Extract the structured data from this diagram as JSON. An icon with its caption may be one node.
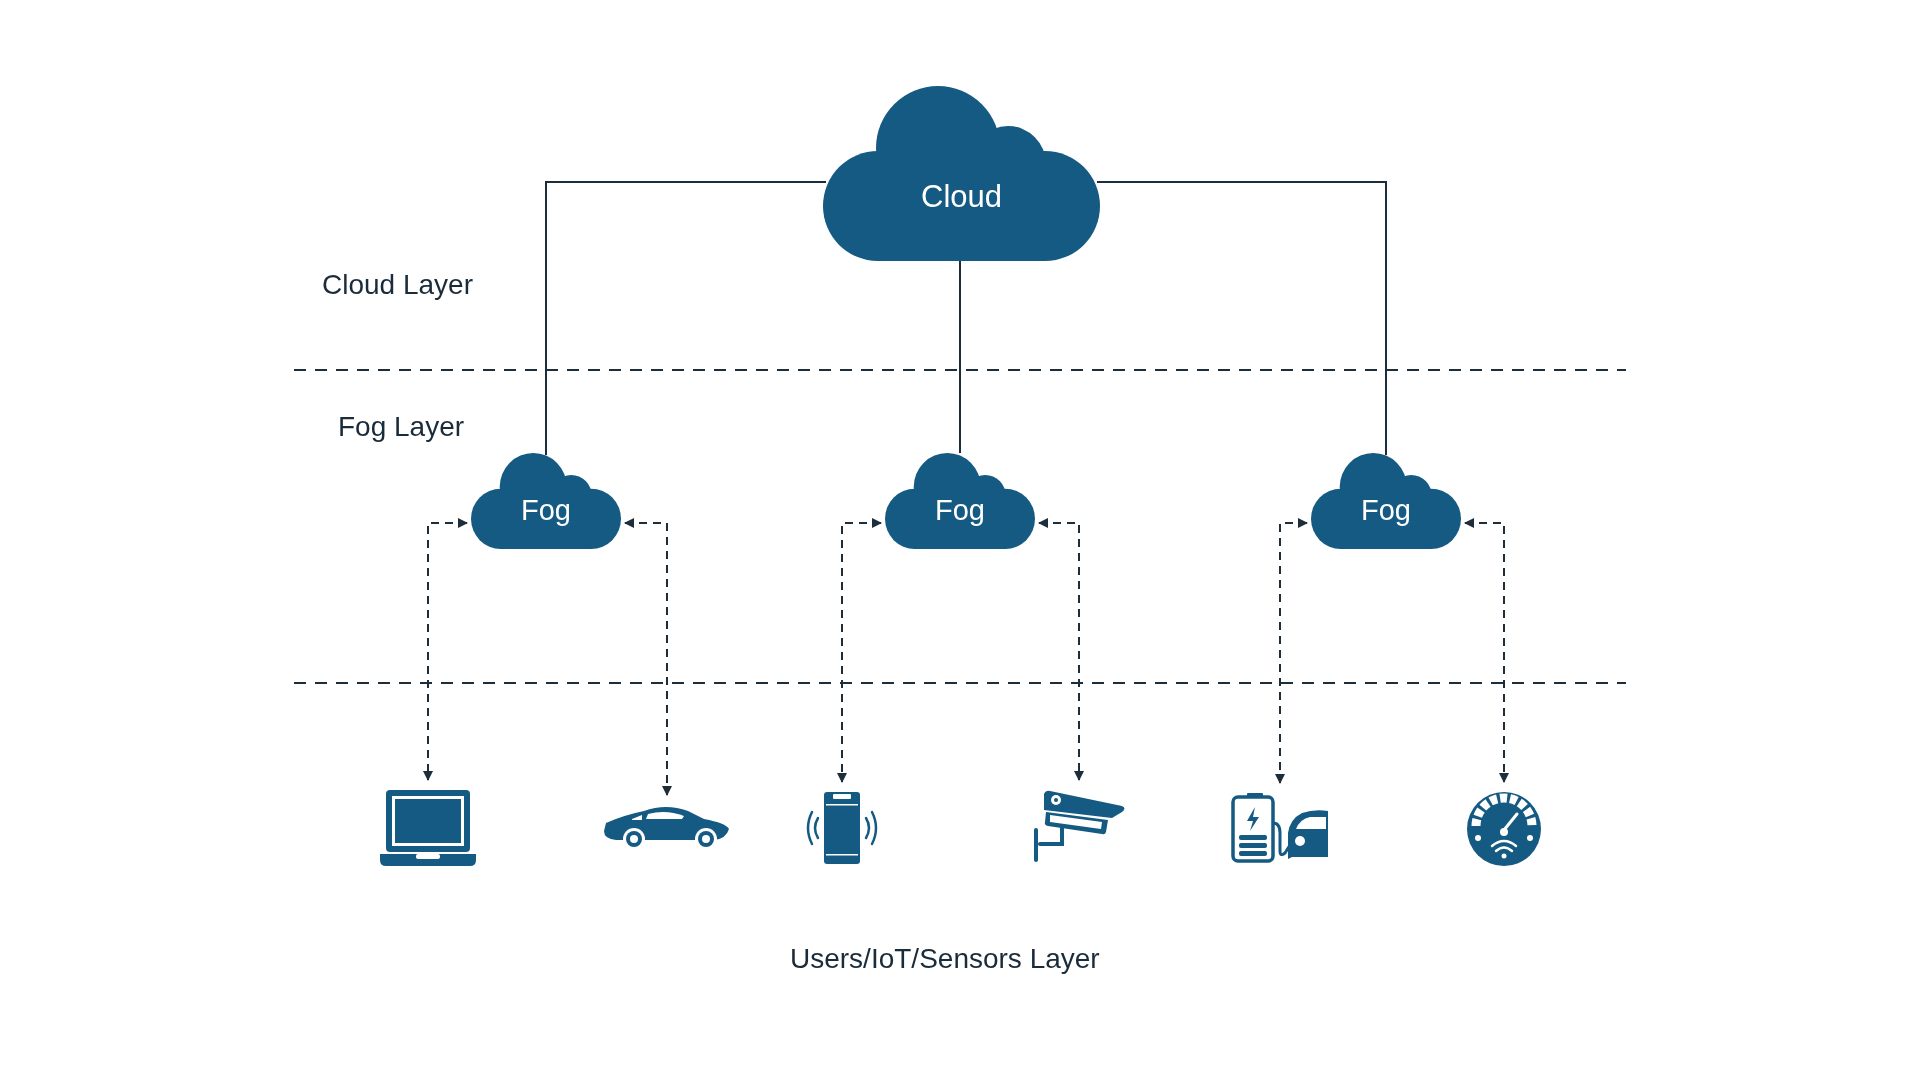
{
  "diagram": {
    "nodes": [
      {
        "text": [
          "Cloud"
        ]
      },
      {
        "text": [
          "Fog"
        ]
      },
      {
        "text": [
          "Fog"
        ]
      },
      {
        "text": [
          "Fog"
        ]
      },
      {
        "text": [],
        "shape": "laptop"
      },
      {
        "text": [],
        "shape": "car"
      },
      {
        "text": [],
        "shape": "phone"
      },
      {
        "text": [],
        "shape": "camera"
      },
      {
        "text": [],
        "shape": "charger"
      },
      {
        "text": [],
        "shape": "gauge"
      }
    ],
    "edges": [
      {
        "from": 0,
        "to": 1,
        "arrow": "none"
      },
      {
        "from": 0,
        "to": 2,
        "arrow": "none"
      },
      {
        "from": 0,
        "to": 3,
        "arrow": "none"
      },
      {
        "from": 1,
        "to": 4,
        "arrow": "both",
        "style": "dashed"
      },
      {
        "from": 1,
        "to": 5,
        "arrow": "both",
        "style": "dashed"
      },
      {
        "from": 2,
        "to": 6,
        "arrow": "both",
        "style": "dashed"
      },
      {
        "from": 2,
        "to": 7,
        "arrow": "both",
        "style": "dashed"
      },
      {
        "from": 3,
        "to": 8,
        "arrow": "both",
        "style": "dashed"
      },
      {
        "from": 3,
        "to": 9,
        "arrow": "both",
        "style": "dashed"
      }
    ],
    "labels": [
      "Cloud Layer",
      "Fog Layer",
      "Users/IoT/Sensors Layer"
    ]
  }
}
